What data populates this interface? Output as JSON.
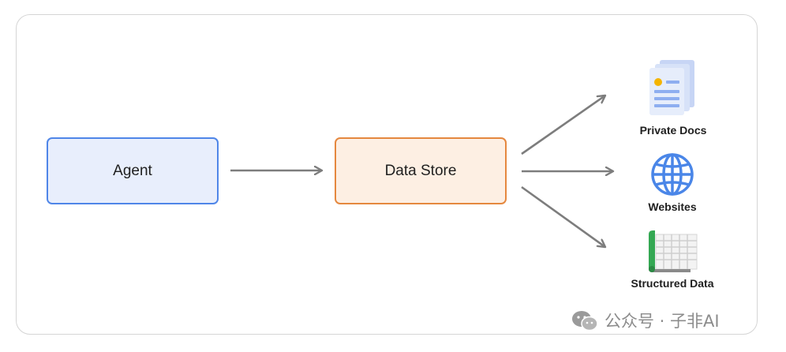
{
  "diagram": {
    "agent_label": "Agent",
    "data_store_label": "Data Store",
    "targets": {
      "private_docs": "Private Docs",
      "websites": "Websites",
      "structured_data": "Structured Data"
    }
  },
  "colors": {
    "agent_fill": "#e8eefc",
    "agent_border": "#4f86e8",
    "store_fill": "#fdefe3",
    "store_border": "#e5883f",
    "arrow": "#7d7d7d",
    "globe": "#4a86e8",
    "doc_accent": "#f4b400",
    "sheet_green": "#34a853"
  },
  "watermark": {
    "text": "公众号 · 子非AI",
    "icon": "wechat-icon"
  }
}
